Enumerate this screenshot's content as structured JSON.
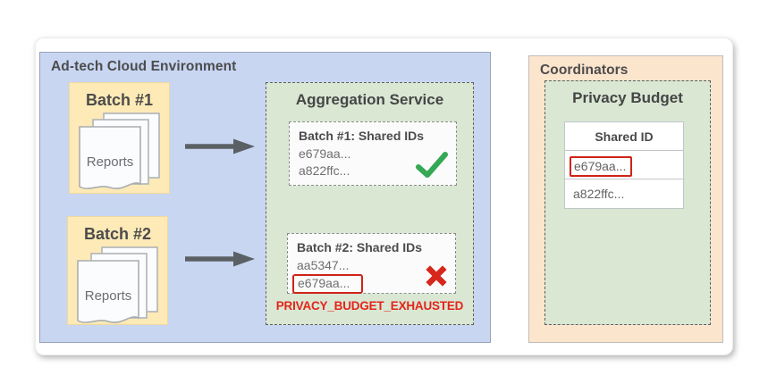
{
  "adtech": {
    "title": "Ad-tech Cloud Environment",
    "batch1": {
      "title": "Batch #1",
      "label": "Reports"
    },
    "batch2": {
      "title": "Batch #2",
      "label": "Reports"
    },
    "aggregation": {
      "title": "Aggregation Service",
      "result1": {
        "title": "Batch #1: Shared IDs",
        "id1": "e679aa...",
        "id2": "a822ffc...",
        "status": "success"
      },
      "result2": {
        "title": "Batch #2: Shared IDs",
        "id1": "aa5347...",
        "id2": "e679aa...",
        "status": "error"
      },
      "error_label": "PRIVACY_BUDGET_EXHAUSTED"
    }
  },
  "coordinators": {
    "title": "Coordinators",
    "privacy_budget": {
      "title": "Privacy Budget",
      "table": {
        "header": "Shared ID",
        "row1": "e679aa...",
        "row2": "a822ffc..."
      }
    }
  },
  "icons": {
    "batch_contents": "stacked-reports-icon",
    "flow": "arrow-right-icon",
    "result1_status": "checkmark-icon",
    "result2_status": "x-mark-icon"
  },
  "colors": {
    "adtech_fill": "#c8d6f2",
    "batch_fill": "#fdeab6",
    "aggregation_fill": "#d9e7d3",
    "coordinators_fill": "#fce5cd",
    "privacy_budget_fill": "#d9e7d3",
    "success_green": "#34a853",
    "error_red": "#d7261c",
    "highlight_box_red": "#cf2318",
    "error_text_red": "#e4251b",
    "heading_gray": "#4c4c4c"
  }
}
